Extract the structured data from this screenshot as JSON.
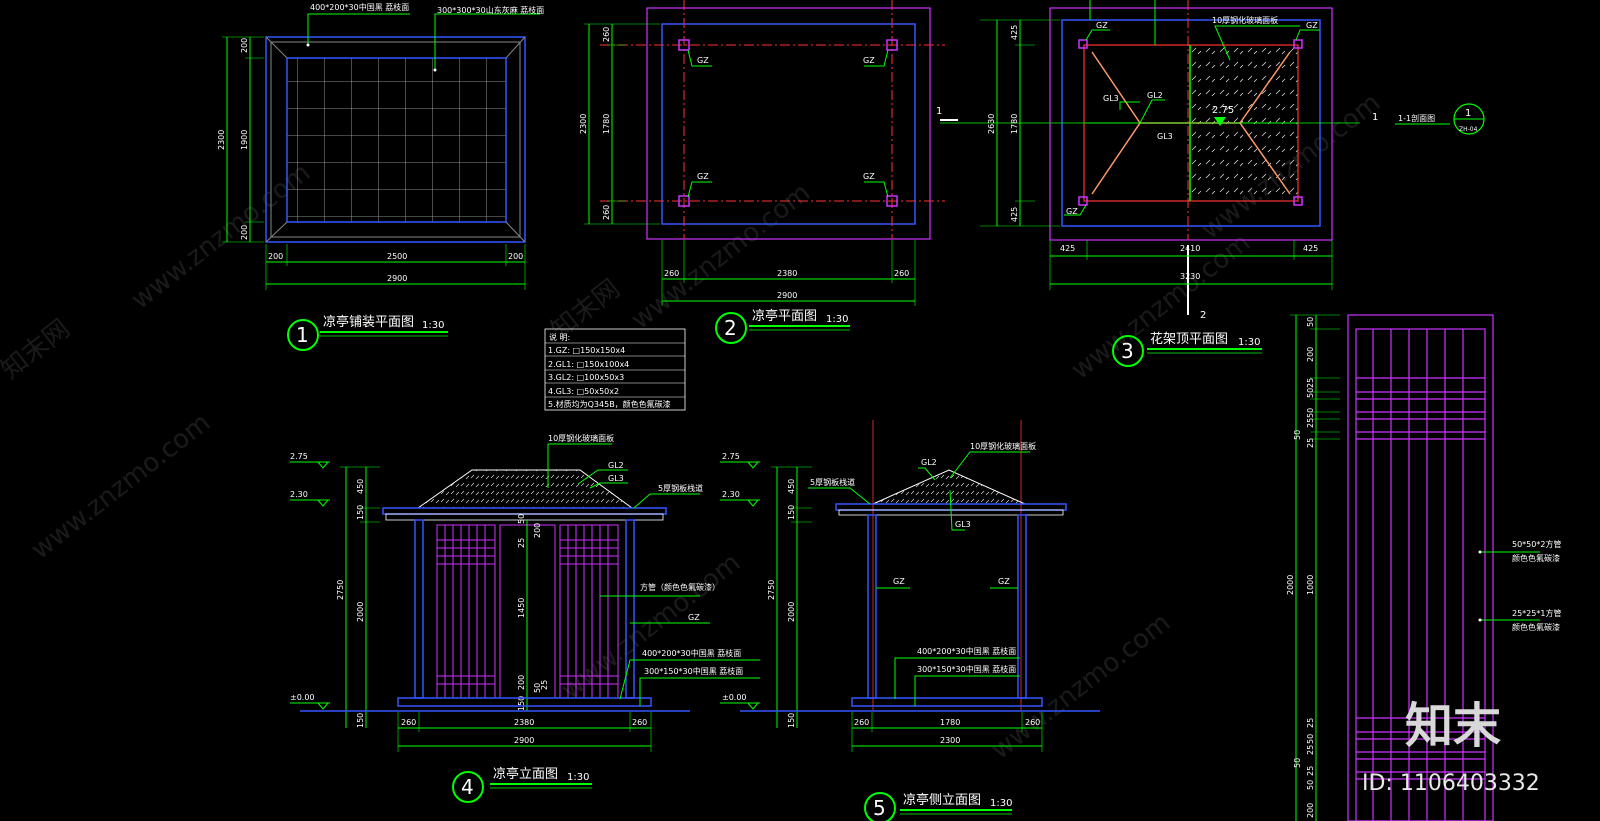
{
  "watermark": {
    "site": "www.znzmo.com",
    "brand": "知末网",
    "logo": "知末",
    "id_text": "ID: 1106403332"
  },
  "colors": {
    "green": "#00ff00",
    "blue": "#3355ff",
    "magenta": "#cc33ff",
    "red": "#ff3333",
    "cyan": "#00ffff",
    "yellow": "#ffff00"
  },
  "d1": {
    "callout_a": "400*200*30中国黑  荔枝面",
    "callout_b": "300*300*30山东灰麻  荔枝面",
    "left_dims": [
      "200",
      "1900",
      "200",
      "2300"
    ],
    "bottom_dims": [
      "200",
      "2500",
      "200",
      "2900"
    ],
    "num": "1",
    "title": "凉亭铺装平面图",
    "scale": "1:30"
  },
  "d2": {
    "gz": "GZ",
    "left_dims": [
      "260",
      "1780",
      "260",
      "2300"
    ],
    "bottom_dims": [
      "260",
      "2380",
      "260",
      "2900"
    ],
    "num": "2",
    "title": "凉亭平面图",
    "scale": "1:30"
  },
  "d3": {
    "gz": "GZ",
    "gl2": "GL2",
    "gl3": "GL3",
    "elev": "2.75",
    "panel_note": "10厚钢化玻璃面板",
    "section_label": "1",
    "section_label2": "2",
    "section_ref": "1-1剖面图",
    "section_badge": "1",
    "section_badge_sub": "ZH-04",
    "left_dims": [
      "425",
      "1780",
      "425",
      "2630"
    ],
    "bottom_dims": [
      "425",
      "2410",
      "425",
      "3230"
    ],
    "num": "3",
    "title": "花架顶平面图",
    "scale": "1:30"
  },
  "notes": {
    "header": "说 明:",
    "lines": [
      "1.GZ: □150x150x4",
      "2.GL1: □150x100x4",
      "3.GL2: □100x50x3",
      "4.GL3: □50x50x2",
      "5.材质均为Q345B，颜色色氟碳漆"
    ]
  },
  "d4": {
    "levels": [
      "2.75",
      "2.30",
      "±0.00"
    ],
    "glass": "10厚钢化玻璃面板",
    "gl2": "GL2",
    "gl3": "GL3",
    "roof_note": "5厚钢板栈道",
    "screen_note": "方管（颜色色氟碳漆）",
    "gz": "GZ",
    "paving_a": "400*200*30中国黑  荔枝面",
    "paving_b": "300*150*30中国黑  荔枝面",
    "left_dims": [
      "450",
      "150",
      "2750",
      "2000",
      "150"
    ],
    "mid_dims": [
      "50",
      "200",
      "25",
      "1450",
      "200",
      "50",
      "25",
      "150"
    ],
    "bottom_dims": [
      "260",
      "2380",
      "260",
      "2900"
    ],
    "num": "4",
    "title": "凉亭立面图",
    "scale": "1:30"
  },
  "d5": {
    "levels": [
      "2.75",
      "2.30",
      "±0.00"
    ],
    "glass": "10厚钢化玻璃面板",
    "gl2": "GL2",
    "gl3": "GL3",
    "roof_note": "5厚钢板栈道",
    "gz": "GZ",
    "paving_a": "400*200*30中国黑  荔枝面",
    "paving_b": "300*150*30中国黑  荔枝面",
    "left_dims": [
      "450",
      "150",
      "2750",
      "2000",
      "150"
    ],
    "bottom_dims": [
      "260",
      "1780",
      "260",
      "2300"
    ],
    "num": "5",
    "title": "凉亭侧立面图",
    "scale": "1:30"
  },
  "d6": {
    "top_dims": [
      "50",
      "200",
      "50",
      "25",
      "50",
      "25",
      "50",
      "25"
    ],
    "mid_dim": "1000",
    "overall": "2000",
    "bottom_dims": [
      "25",
      "50",
      "25",
      "50",
      "25",
      "50",
      "200"
    ],
    "note_a1": "50*50*2方管",
    "note_a2": "颜色色氟碳漆",
    "note_b1": "25*25*1方管",
    "note_b2": "颜色色氟碳漆"
  }
}
